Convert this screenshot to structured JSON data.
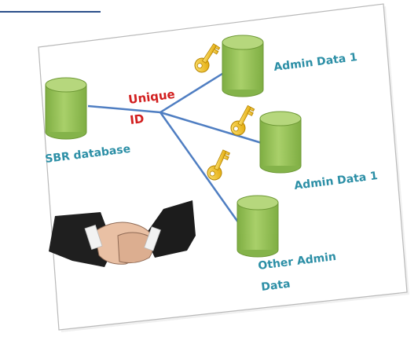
{
  "diagram": {
    "source_db_label": "SBR database",
    "link_label_line1": "Unique",
    "link_label_line2": "ID",
    "targets": [
      {
        "label_lines": [
          "Admin Data 1"
        ]
      },
      {
        "label_lines": [
          "Admin Data 1"
        ]
      },
      {
        "label_lines": [
          "Other Admin",
          "Data"
        ]
      }
    ],
    "icons": {
      "key": "key-icon",
      "database": "database-cylinder-icon",
      "handshake": "handshake-image"
    },
    "colors": {
      "line": "#4f7ec2",
      "db_fill": "#9bc45c",
      "db_stroke": "#6f9a37",
      "label": "#2c8fa6",
      "link_label": "#d21f1f",
      "key": "#f3c41c"
    }
  }
}
